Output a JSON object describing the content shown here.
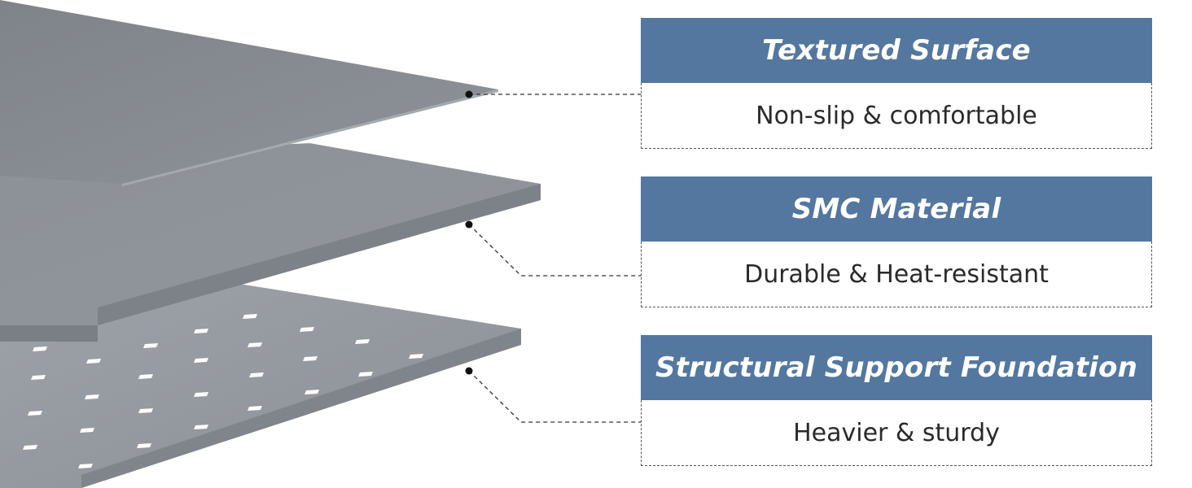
{
  "layers": [
    {
      "title": "Textured Surface",
      "description": "Non-slip & comfortable"
    },
    {
      "title": "SMC Material",
      "description": "Durable & Heat-resistant"
    },
    {
      "title": "Structural Support Foundation",
      "description": "Heavier & sturdy"
    }
  ],
  "colors": {
    "header_background": "#5477a0",
    "header_text": "#ffffff",
    "body_text": "#2a2a2a",
    "layer_fill": "#888d93",
    "connector": "#333333"
  }
}
